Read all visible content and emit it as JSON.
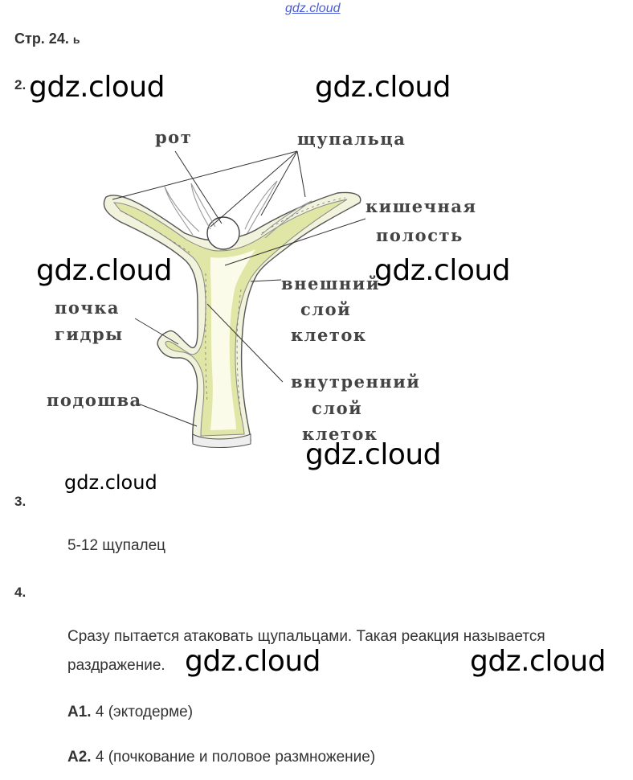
{
  "site_link": "gdz.cloud",
  "heading": "Стр. 24. ",
  "heading_tail": "ь",
  "watermark": "gdz.cloud",
  "task2": {
    "number": "2."
  },
  "diagram": {
    "labels": {
      "mouth": "рот",
      "tentacles": "щупальца",
      "cavity_line1": "кишечная",
      "cavity_line2": "полость",
      "outer_line1": "внешний",
      "outer_line2": "слой",
      "outer_line3": "клеток",
      "bud_line1": "почка",
      "bud_line2": "гидры",
      "inner_line1": "внутренний",
      "inner_line2": "слой",
      "inner_line3": "клеток",
      "sole": "подошва"
    }
  },
  "task3": {
    "number": "3.",
    "answer": "5-12 щупалец"
  },
  "task4": {
    "number": "4.",
    "answer_line1": "Сразу пытается атаковать щупальцами. Такая реакция называется",
    "answer_line2": "раздражение."
  },
  "a1": {
    "label": "А1.",
    "text": " 4 (эктодерме)"
  },
  "a2": {
    "label": "А2.",
    "text": " 4 (почкование и половое размножение)"
  }
}
